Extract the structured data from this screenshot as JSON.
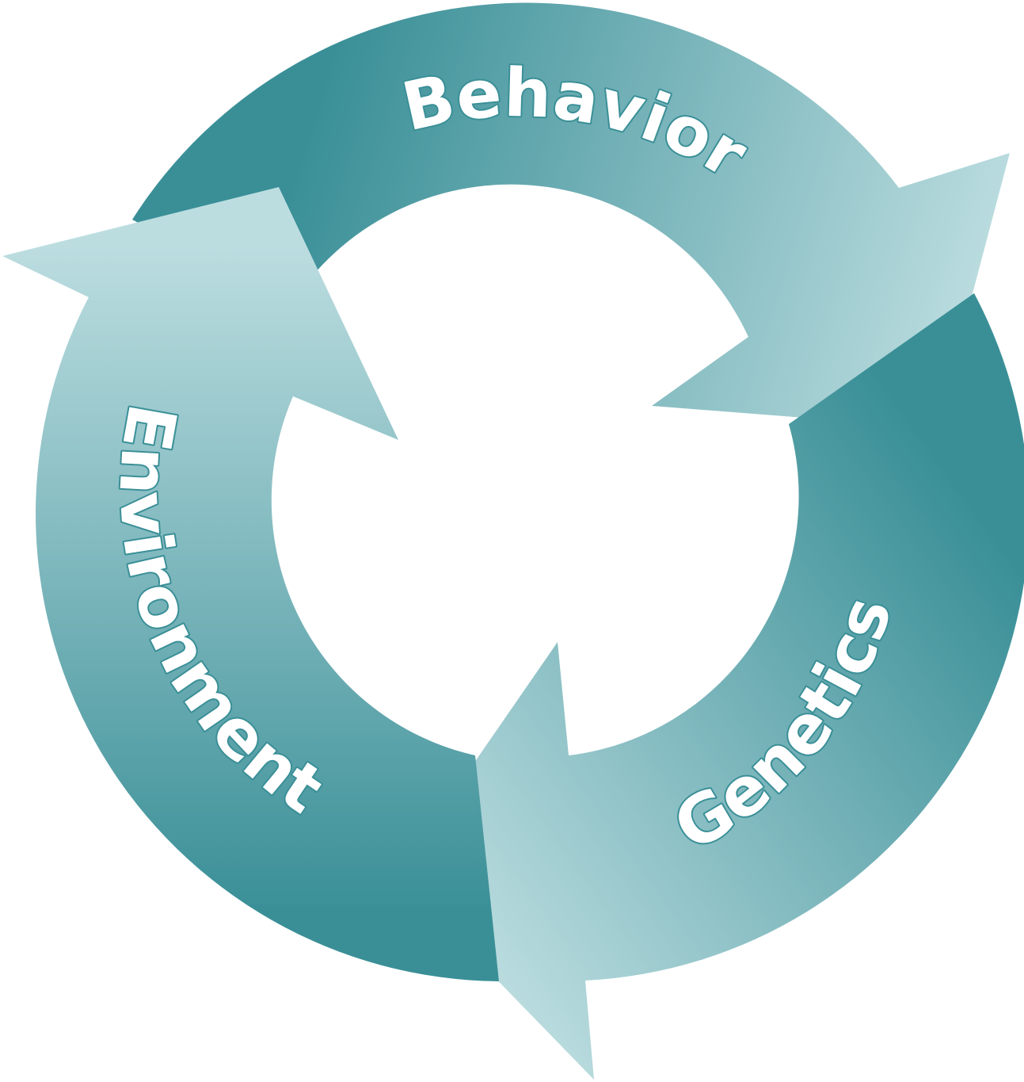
{
  "diagram": {
    "type": "cycle",
    "colors": {
      "dark": "#3a8f97",
      "light": "#bcdde0",
      "label_fill": "#ffffff",
      "label_outline": "#3a8f97",
      "background": "#ffffff"
    },
    "labels": {
      "behavior": "Behavior",
      "genetics": "Genetics",
      "environment": "Environment"
    }
  }
}
